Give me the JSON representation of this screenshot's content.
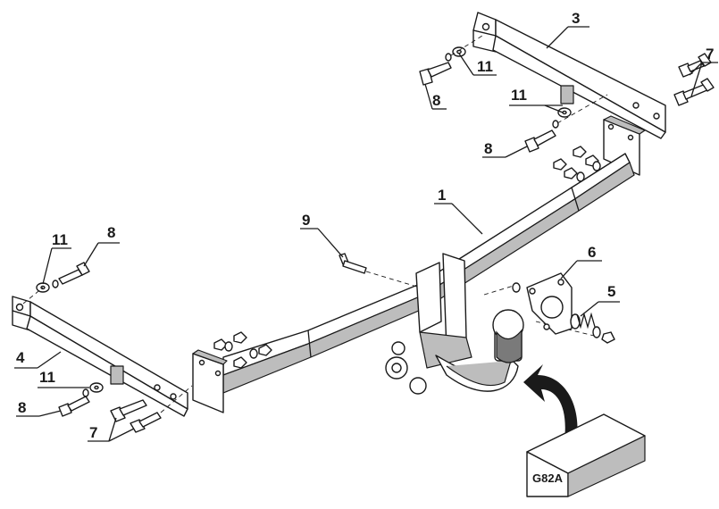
{
  "diagram": {
    "code": "G82A",
    "callouts": [
      {
        "id": "c3",
        "text": "3"
      },
      {
        "id": "c7a",
        "text": "7"
      },
      {
        "id": "c11a",
        "text": "11"
      },
      {
        "id": "c8a",
        "text": "8"
      },
      {
        "id": "c11b",
        "text": "11"
      },
      {
        "id": "c8b",
        "text": "8"
      },
      {
        "id": "c1",
        "text": "1"
      },
      {
        "id": "c9",
        "text": "9"
      },
      {
        "id": "c6",
        "text": "6"
      },
      {
        "id": "c5",
        "text": "5"
      },
      {
        "id": "c11c",
        "text": "11"
      },
      {
        "id": "c8c",
        "text": "8"
      },
      {
        "id": "c4",
        "text": "4"
      },
      {
        "id": "c11d",
        "text": "11"
      },
      {
        "id": "c8d",
        "text": "8"
      },
      {
        "id": "c7b",
        "text": "7"
      }
    ]
  }
}
